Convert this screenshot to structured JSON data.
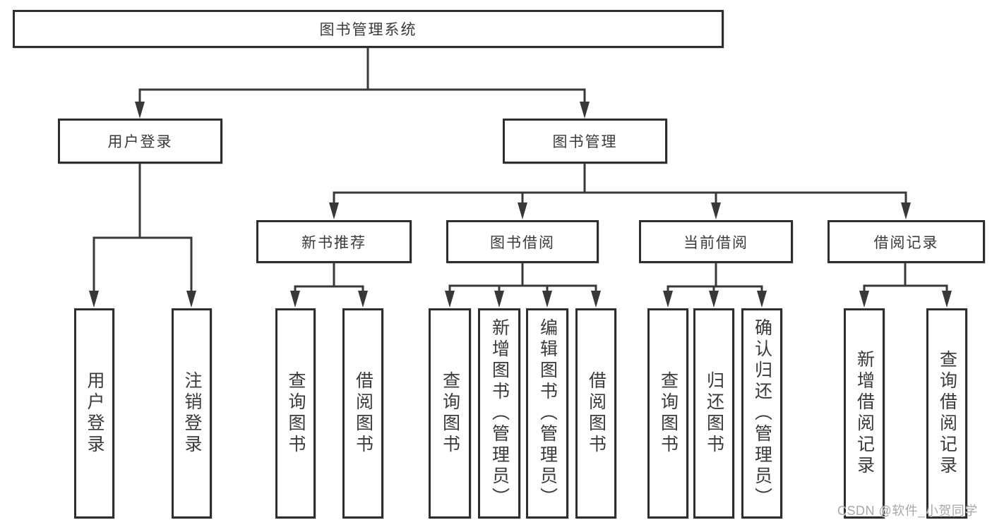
{
  "tree": {
    "label": "图书管理系统",
    "children": [
      {
        "label": "用户登录",
        "children": [
          {
            "label": "用户登录"
          },
          {
            "label": "注销登录"
          }
        ]
      },
      {
        "label": "图书管理",
        "children": [
          {
            "label": "新书推荐",
            "children": [
              {
                "label": "查询图书"
              },
              {
                "label": "借阅图书"
              }
            ]
          },
          {
            "label": "图书借阅",
            "children": [
              {
                "label": "查询图书"
              },
              {
                "label": "新增图书（管理员）"
              },
              {
                "label": "编辑图书（管理员）"
              },
              {
                "label": "借阅图书"
              }
            ]
          },
          {
            "label": "当前借阅",
            "children": [
              {
                "label": "查询图书"
              },
              {
                "label": "归还图书"
              },
              {
                "label": "确认归还（管理员）"
              }
            ]
          },
          {
            "label": "借阅记录",
            "children": [
              {
                "label": "新增借阅记录"
              },
              {
                "label": "查询借阅记录"
              }
            ]
          }
        ]
      }
    ]
  },
  "watermark": {
    "text": "CSDN @软件_小贺同学"
  },
  "colors": {
    "box_border": "#2e2e2e",
    "connector": "#383838",
    "text": "#3a3a3a",
    "watermark": "#9e9e9e",
    "background": "#ffffff"
  }
}
